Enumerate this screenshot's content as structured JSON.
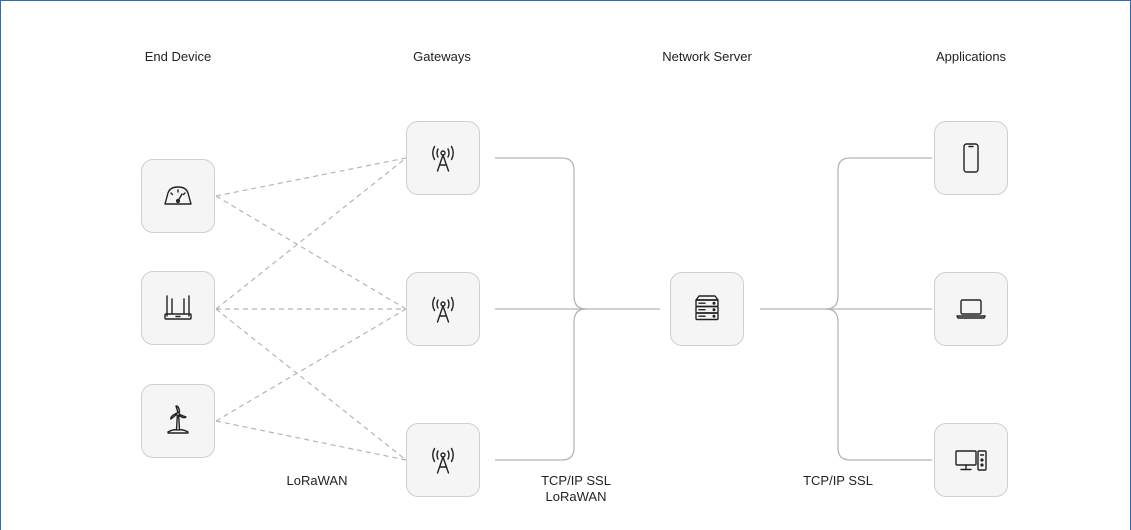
{
  "headings": {
    "end_device": "End Device",
    "gateways": "Gateways",
    "network_server": "Network Server",
    "applications": "Applications"
  },
  "labels": {
    "lorawan": "LoRaWAN",
    "gw_to_server_line1": "TCP/IP SSL",
    "gw_to_server_line2": "LoRaWAN",
    "server_to_apps": "TCP/IP SSL"
  },
  "nodes": {
    "end_devices": [
      "speedometer-icon",
      "router-icon",
      "wind-turbine-icon"
    ],
    "gateways": [
      "antenna-tower-icon",
      "antenna-tower-icon",
      "antenna-tower-icon"
    ],
    "server": "server-rack-icon",
    "applications": [
      "smartphone-icon",
      "laptop-icon",
      "desktop-computer-icon"
    ]
  },
  "colors": {
    "stroke": "#222222",
    "connector": "#b5b5b5",
    "node_fill": "#f5f5f5",
    "node_border": "#cfcfcf",
    "frame": "#2f6db5"
  }
}
